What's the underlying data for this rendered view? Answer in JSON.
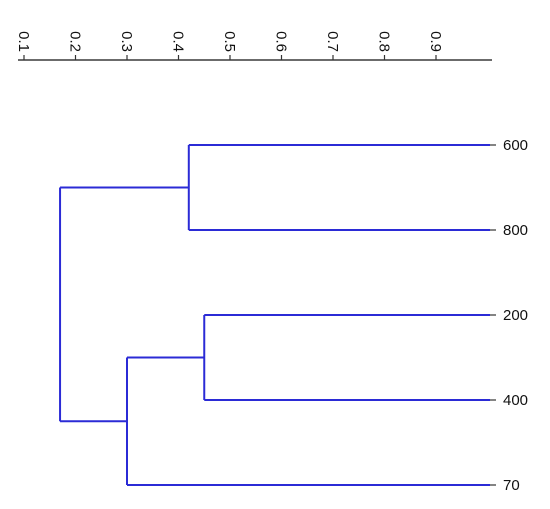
{
  "colors": {
    "branch": "#2b2bd6",
    "axis": "#6b6b6b",
    "text": "#111111"
  },
  "chart_data": {
    "type": "dendrogram",
    "axis": {
      "position": "top",
      "tick_values": [
        0.1,
        0.2,
        0.3,
        0.4,
        0.5,
        0.6,
        0.7,
        0.8,
        0.9
      ],
      "tick_labels": [
        "0.1",
        "0.2",
        "0.3",
        "0.4",
        "0.5",
        "0.6",
        "0.7",
        "0.8",
        "0.9"
      ],
      "label_orientation": "rotated"
    },
    "leaves": [
      "600",
      "800",
      "200",
      "400",
      "70"
    ],
    "merges": [
      {
        "id": "a",
        "children": [
          "600",
          "800"
        ],
        "height": 0.42
      },
      {
        "id": "b",
        "children": [
          "200",
          "400"
        ],
        "height": 0.45
      },
      {
        "id": "c",
        "children": [
          "b",
          "70"
        ],
        "height": 0.3
      },
      {
        "id": "root",
        "children": [
          "a",
          "c"
        ],
        "height": 0.17
      }
    ],
    "leaf_height": 1.0
  }
}
